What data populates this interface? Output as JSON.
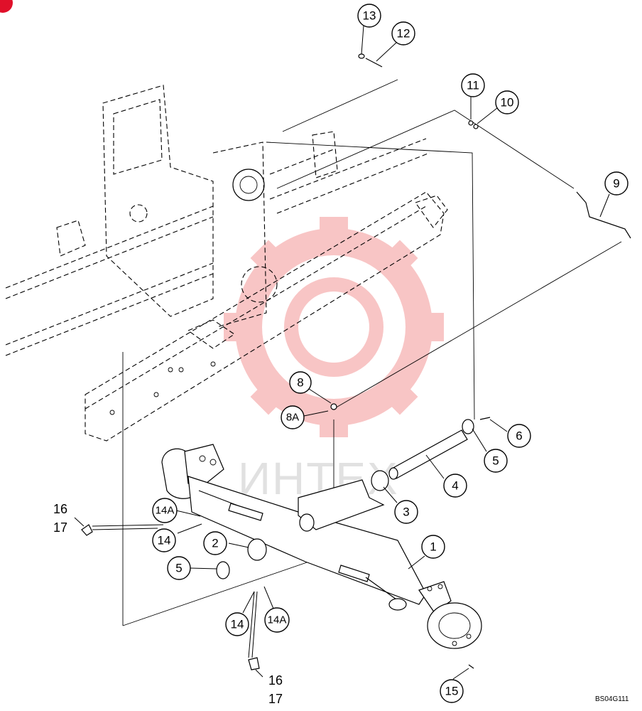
{
  "drawing_code": "BS04G111",
  "watermark": {
    "text": "ИНТЕХ",
    "gear_color": "#f08080"
  },
  "corner_mark_color": "#e0102a",
  "callouts": [
    {
      "id": "c13",
      "label": "13"
    },
    {
      "id": "c12",
      "label": "12"
    },
    {
      "id": "c11",
      "label": "11"
    },
    {
      "id": "c10",
      "label": "10"
    },
    {
      "id": "c9",
      "label": "9"
    },
    {
      "id": "c8",
      "label": "8"
    },
    {
      "id": "c8a",
      "label": "8A"
    },
    {
      "id": "c6",
      "label": "6"
    },
    {
      "id": "c5a",
      "label": "5"
    },
    {
      "id": "c4",
      "label": "4"
    },
    {
      "id": "c3",
      "label": "3"
    },
    {
      "id": "c14aa",
      "label": "14A"
    },
    {
      "id": "c14a",
      "label": "14"
    },
    {
      "id": "c2",
      "label": "2"
    },
    {
      "id": "c5b",
      "label": "5"
    },
    {
      "id": "c1",
      "label": "1"
    },
    {
      "id": "c14b",
      "label": "14"
    },
    {
      "id": "c14ab",
      "label": "14A"
    },
    {
      "id": "c15",
      "label": "15"
    }
  ],
  "plain_labels": [
    {
      "id": "p16a",
      "label": "16"
    },
    {
      "id": "p17a",
      "label": "17"
    },
    {
      "id": "p16b",
      "label": "16"
    },
    {
      "id": "p17b",
      "label": "17"
    }
  ]
}
